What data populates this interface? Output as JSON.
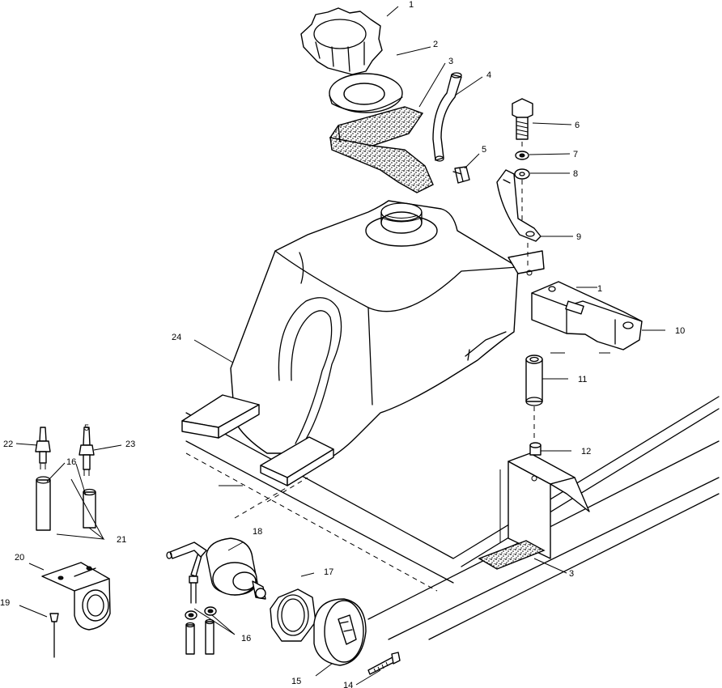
{
  "callouts": [
    {
      "id": "1",
      "text": "1"
    },
    {
      "id": "2",
      "text": "2"
    },
    {
      "id": "3",
      "text": "3"
    },
    {
      "id": "4",
      "text": "4"
    },
    {
      "id": "5",
      "text": "5"
    },
    {
      "id": "6",
      "text": "6"
    },
    {
      "id": "7",
      "text": "7"
    },
    {
      "id": "8",
      "text": "8"
    },
    {
      "id": "9",
      "text": "9"
    },
    {
      "id": "1b",
      "text": "1"
    },
    {
      "id": "10",
      "text": "10"
    },
    {
      "id": "11",
      "text": "11"
    },
    {
      "id": "12",
      "text": "12"
    },
    {
      "id": "13",
      "text": "3"
    },
    {
      "id": "14",
      "text": "14"
    },
    {
      "id": "15",
      "text": "15"
    },
    {
      "id": "16",
      "text": "16"
    },
    {
      "id": "16b",
      "text": "16"
    },
    {
      "id": "17",
      "text": "17"
    },
    {
      "id": "18",
      "text": "18"
    },
    {
      "id": "19",
      "text": "19"
    },
    {
      "id": "20",
      "text": "20"
    },
    {
      "id": "21",
      "text": "21"
    },
    {
      "id": "22",
      "text": "22"
    },
    {
      "id": "23",
      "text": "23"
    },
    {
      "id": "24",
      "text": "24"
    },
    {
      "id": "5b",
      "text": "5"
    }
  ]
}
